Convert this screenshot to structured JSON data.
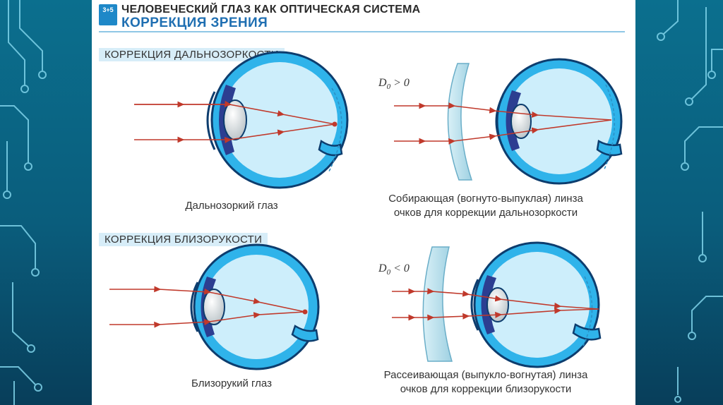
{
  "header": {
    "icon_text": "3+5",
    "line1": "ЧЕЛОВЕЧЕСКИЙ ГЛАЗ КАК ОПТИЧЕСКАЯ СИСТЕМА",
    "line2": "КОРРЕКЦИЯ ЗРЕНИЯ"
  },
  "sections": [
    {
      "title": "КОРРЕКЦИЯ ДАЛЬНОЗОРКОСТИ",
      "left_caption": "Дальнозоркий глаз",
      "formula_main": "D",
      "formula_sub": "0",
      "formula_rel": "> 0",
      "right_caption_line1": "Собирающая (вогнуто-выпуклая) линза",
      "right_caption_line2": "очков для коррекции дальнозоркости"
    },
    {
      "title": "КОРРЕКЦИЯ БЛИЗОРУКОСТИ",
      "left_caption": "Близорукий глаз",
      "formula_main": "D",
      "formula_sub": "0",
      "formula_rel": "< 0",
      "right_caption_line1": "Рассеивающая (выпукло-вогнутая) линза",
      "right_caption_line2": "очков для коррекции близорукости"
    }
  ],
  "colors": {
    "background": "#0a5d7c",
    "eye_fill": "#2fb3ea",
    "eye_interior": "#cdeefb",
    "ray": "#c0392b",
    "section_title_bg": "#d7edf8",
    "header_accent": "#1f6fb2"
  }
}
